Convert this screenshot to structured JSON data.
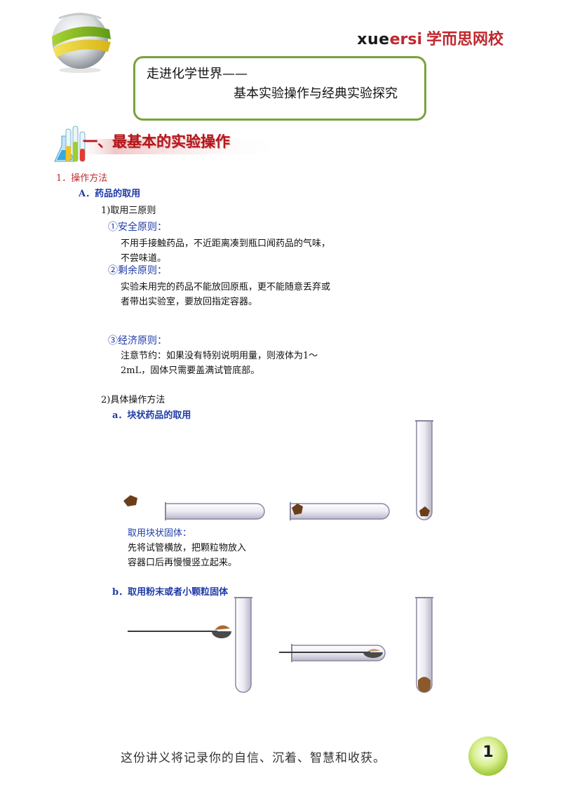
{
  "header": {
    "brand_latin_part1": "xue",
    "brand_latin_part2": "ersi",
    "brand_cn": "学而思网校"
  },
  "title_box": {
    "line1": "走进化学世界——",
    "line2": "基本实验操作与经典实验探究"
  },
  "section": {
    "title": "一、最基本的实验操作"
  },
  "content": {
    "h1": "1．操作方法",
    "hA": "A．药品的取用",
    "h1_rules": "1)取用三原则",
    "p1_head": "①安全原则：",
    "p1_body": "不用手接触药品，不近距离凑到瓶口闻药品的气味，不尝味道。",
    "p2_head": "②剩余原则：",
    "p2_body": "实验未用完的药品不能放回原瓶，更不能随意丢弃或者带出实验室，要放回指定容器。",
    "p3_head": "③经济原则：",
    "p3_body": "注意节约：如果没有特别说明用量，则液体为1～2mL，固体只需要盖满试管底部。",
    "h2_rules": "2)具体操作方法",
    "ha": "a．块状药品的取用",
    "cap1_l1": "取用块状固体：",
    "cap1_l2": "先将试管横放，把颗粒物放入",
    "cap1_l3": "容器口后再慢慢竖立起来。",
    "hb": "b．取用粉末或者小颗粒固体"
  },
  "footer": {
    "motto": "这份讲义将记录你的自信、沉着、智慧和收获。",
    "page_number": "1"
  },
  "colors": {
    "brand_red": "#c0282e",
    "box_green": "#7aa23c",
    "heading_red": "#b4161b",
    "link_blue": "#1f3ba8"
  },
  "icons": [
    "logo-sphere-icon",
    "test-tubes-icon",
    "page-badge-icon"
  ]
}
